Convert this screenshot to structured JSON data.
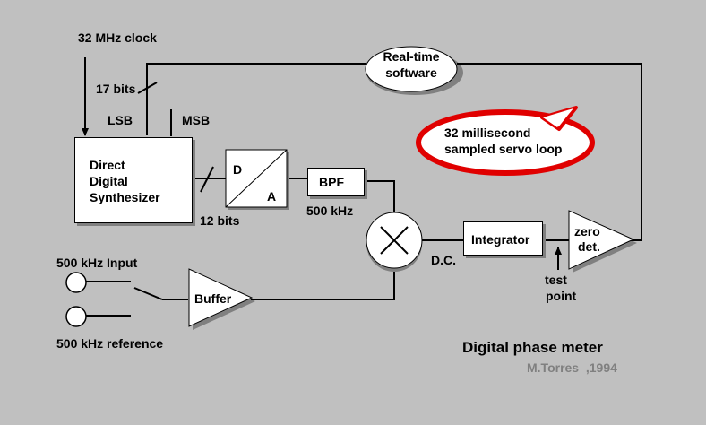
{
  "clock_label": "32 MHz clock",
  "bits17": "17 bits",
  "lsb": "LSB",
  "msb": "MSB",
  "dds": {
    "line1": "Direct",
    "line2": "Digital",
    "line3": "Synthesizer"
  },
  "bits12": "12 bits",
  "dac": {
    "d": "D",
    "a": "A"
  },
  "bpf": {
    "label": "BPF",
    "freq": "500 kHz"
  },
  "software": {
    "line1": "Real-time",
    "line2": "software"
  },
  "servo": {
    "line1": "32 millisecond",
    "line2": "sampled servo loop"
  },
  "integrator": "Integrator",
  "dc": "D.C.",
  "zero_det": {
    "line1": "zero",
    "line2": "det."
  },
  "test_point": {
    "line1": "test",
    "line2": "point"
  },
  "input_label": "500 kHz Input",
  "reference_label": "500 kHz reference",
  "buffer": "Buffer",
  "title": "Digital phase meter",
  "author": "M.Torres  ,1994",
  "colors": {
    "background": "#c0c0c0",
    "box": "#ffffff",
    "shadow": "#808080",
    "highlight": "#e00000",
    "author": "#808080"
  }
}
